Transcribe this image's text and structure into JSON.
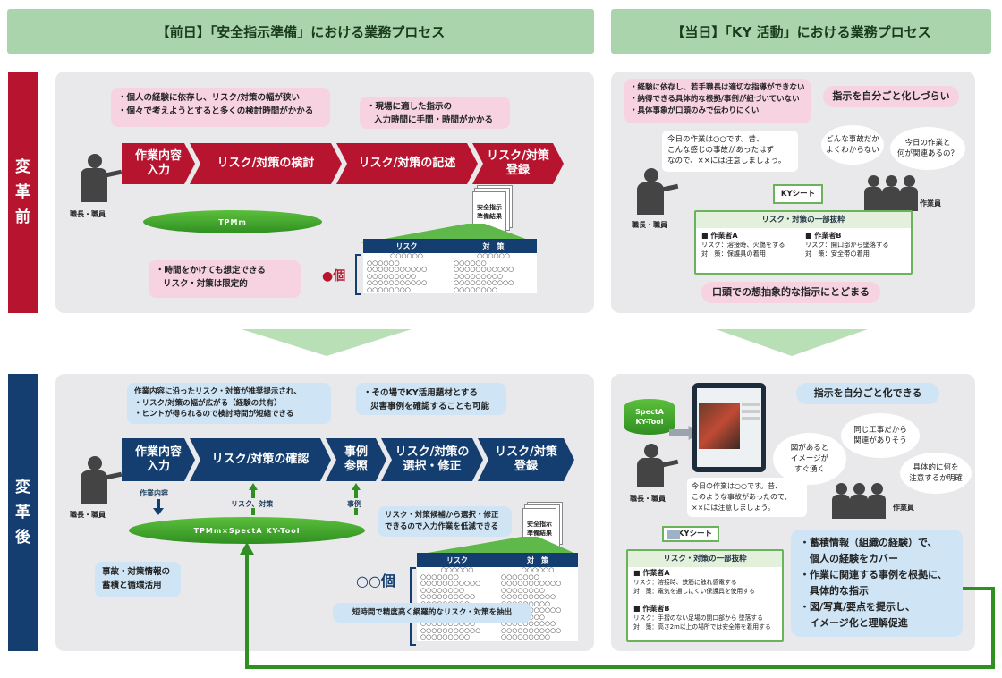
{
  "headers": {
    "left": "【前日】「安全指示準備」における業務プロセス",
    "right": "【当日】「KY 活動」における業務プロセス"
  },
  "sides": {
    "before": [
      "変",
      "革",
      "前"
    ],
    "after": [
      "変",
      "革",
      "後"
    ]
  },
  "colors": {
    "red": "#b7152f",
    "navy": "#143e6f",
    "green": "#2f8f21",
    "header": "#a9d4ac",
    "panel": "#e9e9ec"
  },
  "before_left": {
    "bubble_top": [
      "・個人の経験に依存し、リスク/対策の幅が狭い",
      "・個々で考えようとすると多くの検討時間がかかる"
    ],
    "bubble_mid": [
      "・現場に適した指示の",
      "入力時間に手間・時間がかかる"
    ],
    "steps": [
      "作業内容\n入力",
      "リスク/対策の検討",
      "リスク/対策の記述",
      "リスク/対策\n登録"
    ],
    "person_label": "職長・職員",
    "disc": "TPMm",
    "doc": "安全指示\n準備結果",
    "bubble_bottom": [
      "・時間をかけても想定できる",
      "リスク・対策は限定的"
    ],
    "count": "●個",
    "table": {
      "headers": [
        "リスク",
        "対　策"
      ],
      "sub": [
        "○○○○○○",
        "○○○○○○"
      ],
      "rows": [
        [
          "○○○○○○",
          "○○○○○○"
        ],
        [
          "○○○○○○○○○○○",
          "○○○○○○○○○○○"
        ],
        [
          "○○○○○○○○○",
          "○○○○○○○○○"
        ],
        [
          "○○○○○○○○○○○",
          "○○○○○○○○○○○"
        ],
        [
          "○○○○○○○○",
          "○○○○○○○○"
        ]
      ]
    }
  },
  "before_right": {
    "bubble": [
      "・経験に依存し、若手職長は適切な指導ができない",
      "・納得できる具体的な根拠/事例が紐づいていない",
      "・具体事象が口頭のみで伝わりにくい"
    ],
    "pink_label": "指示を自分ごと化しづらい",
    "speech": "今日の作業は○○です。昔、\nこんな感じの事故があったはず\nなので、××には注意しましょう。",
    "cloud1": "どんな事故だか\nよくわからない",
    "cloud2": "今日の作業と\n何が関連あるの？",
    "ky_tag": "KYシート",
    "ky_title": "リスク・対策の一部抜粋",
    "workerA": {
      "title": "■ 作業者A",
      "risk": "リスク：溶接時、火傷をする",
      "measure": "対　策：保護具の着用"
    },
    "workerB": {
      "title": "■ 作業者B",
      "risk": "リスク：開口部から墜落する",
      "measure": "対　策：安全帯の着用"
    },
    "leader_label": "職長・職員",
    "workers_label": "作業員",
    "bottom_label": "口頭での想抽象的な指示にとどまる"
  },
  "after_left": {
    "bubble_top": [
      "作業内容に沿ったリスク・対策が推奨提示され、",
      "・リスク/対策の幅が広がる（経験の共有）",
      "・ヒントが得られるので検討時間が短縮できる"
    ],
    "bubble_mid": [
      "・その場でKY活用題材とする",
      "災害事例を確認することも可能"
    ],
    "steps": [
      "作業内容\n入力",
      "リスク/対策の確認",
      "事例\n参照",
      "リスク/対策の\n選択・修正",
      "リスク/対策\n登録"
    ],
    "person_label": "職長・職員",
    "tag_input": "作業内容",
    "tag_risk": "リスク、対策",
    "tag_case": "事例",
    "disc": "TPMm×SpectA KY-Tool",
    "bubble_select": [
      "リスク・対策候補から選択・修正",
      "できるので入力作業を低減できる"
    ],
    "doc": "安全指示\n準備結果",
    "bubble_accum": [
      "事故・対策情報の",
      "蓄積と循環活用"
    ],
    "count": "○○個",
    "extract": "短時間で精度高く網羅的なリスク・対策を抽出",
    "table": {
      "headers": [
        "リスク",
        "対　策"
      ],
      "sub": [
        "○○○○○○",
        "○○○○○○"
      ],
      "rows": [
        [
          "○○○○○○○",
          "○○○○○○○"
        ],
        [
          "○○○○○○○○○○○",
          "○○○○○○○○○○○"
        ],
        [
          "○○○○○○○○",
          "○○○○○○○○"
        ],
        [
          "○○○○○○○○○○",
          "○○○○○○○○○○"
        ],
        [
          "○○○○○○○○○",
          "○○○○○○○○○"
        ],
        [
          "○○○○○○○○○○○",
          "○○○○○○○○○○○"
        ],
        [
          "○○○○○○○○",
          "○○○○○○○○"
        ],
        [
          "○○○○○○○○○○",
          "○○○○○○○○○○"
        ],
        [
          "○○○○○○○○○○○",
          "○○○○○○○○○○○"
        ],
        [
          "○○○○○○○○○",
          "○○○○○○○○○"
        ]
      ]
    }
  },
  "after_right": {
    "tool_label": "SpectA\nKY-Tool",
    "blue_label": "指示を自分ごと化できる",
    "cloud1": "図があると\nイメージが\nすぐ湧く",
    "cloud2": "同じ工事だから\n関連がありそう",
    "cloud3": "具体的に何を\n注意するか明確",
    "speech": "今日の作業は○○です。昔、\nこのような事故があったので、\n××には注意しましょう。",
    "leader_label": "職長・職員",
    "workers_label": "作業員",
    "ky_tag": "KYシート",
    "ky_title": "リスク・対策の一部抜粋",
    "workerA": {
      "title": "■ 作業者A",
      "risk": "リスク：溶接時、鉄筋に触れ感電する",
      "measure": "対　策：電気を通しにくい保護具を使用する"
    },
    "workerB": {
      "title": "■ 作業者B",
      "risk": "リスク：手摺のない足場の開口部から 墜落する",
      "measure": "対　策：高さ2m以上の場所では安全帯を着用する"
    },
    "benefits": [
      "・蓄積情報（組織の経験）で、",
      "　個人の経験をカバー",
      "・作業に関連する事例を根拠に、",
      "　具体的な指示",
      "・図/写真/要点を提示し、",
      "　イメージ化と理解促進"
    ]
  }
}
